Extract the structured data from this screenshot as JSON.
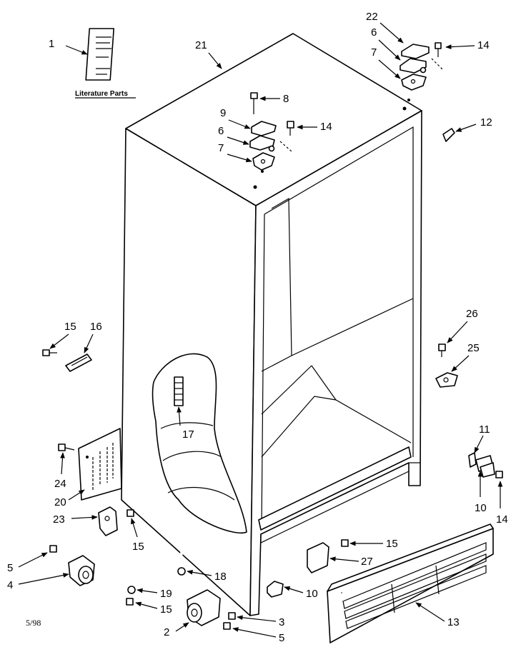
{
  "literature_caption": "Literature Parts",
  "date_code": "5/98",
  "callouts": {
    "c1": "1",
    "c21": "21",
    "c22": "22",
    "c6a": "6",
    "c7a": "7",
    "c14a": "14",
    "c8": "8",
    "c9": "9",
    "c6b": "6",
    "c14b": "14",
    "c7b": "7",
    "c12": "12",
    "c15a": "15",
    "c16": "16",
    "c26": "26",
    "c25": "25",
    "c17": "17",
    "c11": "11",
    "c24": "24",
    "c20": "20",
    "c10a": "10",
    "c14c": "14",
    "c23": "23",
    "c15b": "15",
    "c15c": "15",
    "c27": "27",
    "c5a": "5",
    "c4": "4",
    "c18": "18",
    "c19": "19",
    "c10b": "10",
    "c15d": "15",
    "c13": "13",
    "c3": "3",
    "c2": "2",
    "c5b": "5"
  }
}
